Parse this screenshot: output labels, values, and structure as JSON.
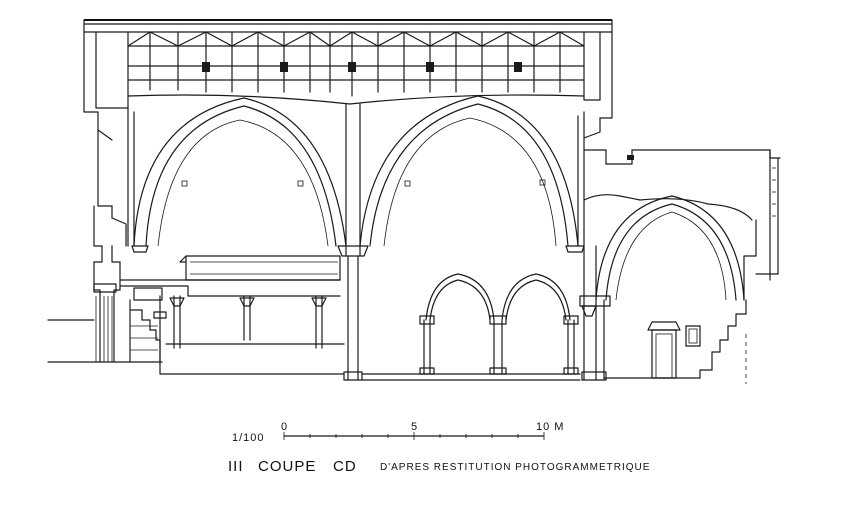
{
  "drawing": {
    "scale_ratio": "1/100",
    "scale_ticks": [
      "0",
      "5",
      "10 M"
    ],
    "title_numeral": "III",
    "title_word": "COUPE",
    "title_section": "CD",
    "subtitle": "D'APRES RESTITUTION PHOTOGRAMMETRIQUE"
  },
  "colors": {
    "ink": "#1a1a1a",
    "paper": "#ffffff"
  }
}
